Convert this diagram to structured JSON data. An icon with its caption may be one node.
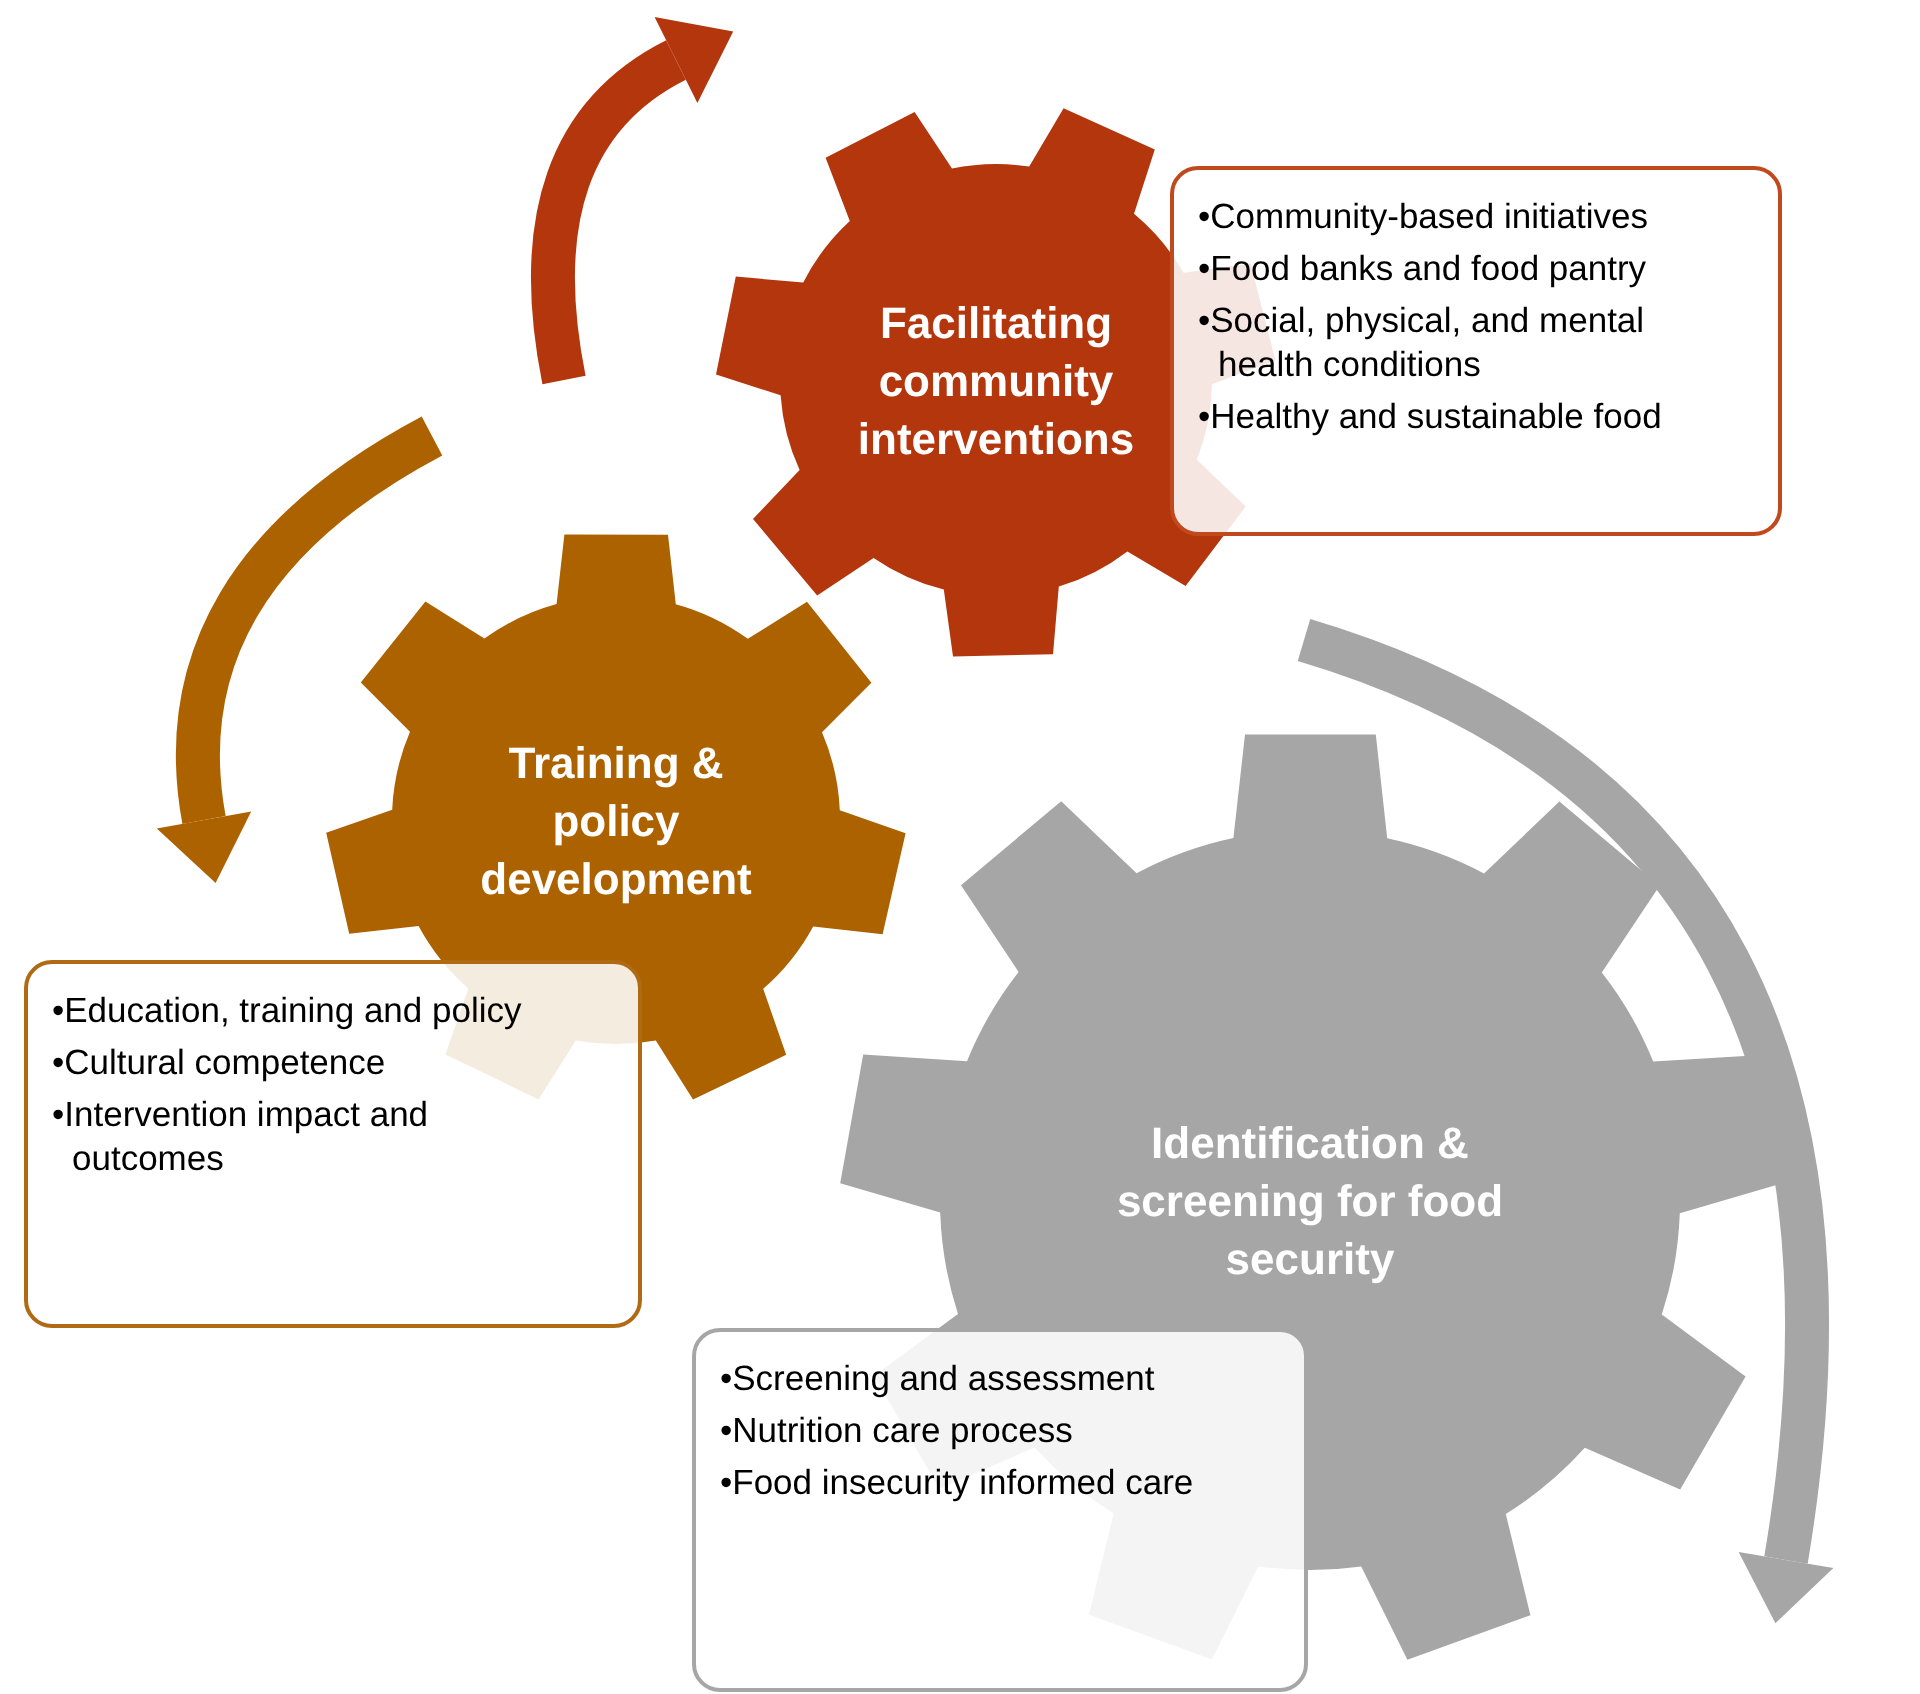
{
  "diagram": {
    "nodes": [
      {
        "text": [
          "Facilitating community interventions"
        ]
      },
      {
        "text": [
          "•Community-based initiatives",
          "•Food banks and food pantry",
          "•Social, physical, and mental health conditions",
          "•Healthy and sustainable food"
        ]
      },
      {
        "text": [
          "Training & policy development"
        ]
      },
      {
        "text": [
          "•Education, training and policy",
          "•Cultural competence",
          "•Intervention impact and outcomes"
        ]
      },
      {
        "text": [
          "Identification & screening for food security"
        ]
      },
      {
        "text": [
          "•Screening and assessment",
          "•Nutrition care process",
          "•Food insecurity informed care"
        ]
      }
    ]
  }
}
